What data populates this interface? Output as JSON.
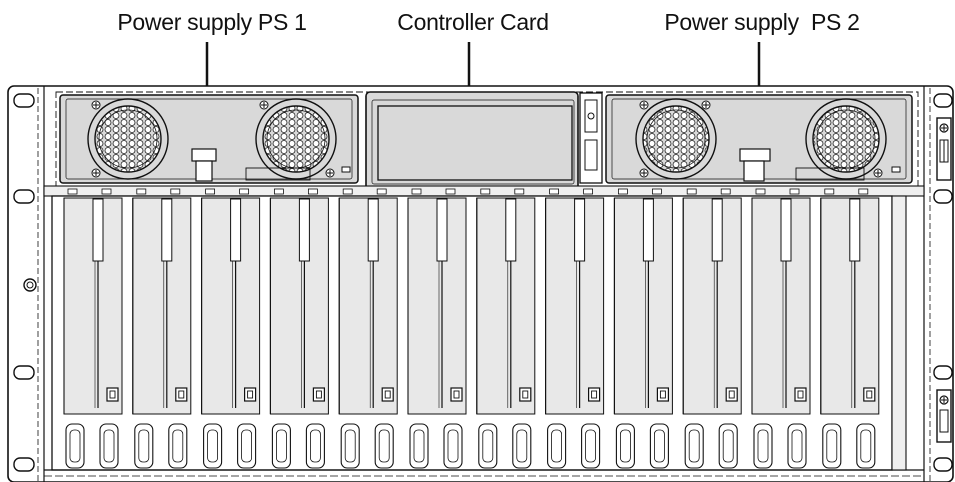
{
  "labels": {
    "ps1": "Power supply PS 1",
    "controller": "Controller Card",
    "ps2": "Power supply  PS 2"
  },
  "chassis": {
    "card_slot_count": 12,
    "power_supply_count": 2,
    "fans_per_power_supply": 2
  },
  "colors": {
    "line": "#111111",
    "module_fill": "#d9d9d9",
    "slot_fill": "#e8e8e8",
    "rail_fill": "#efefef",
    "background": "#ffffff"
  },
  "icons": {
    "fan": "fan-grille-icon",
    "screw": "screw-icon",
    "rack_hole": "rack-mount-hole-icon",
    "handle": "card-ejector-handle-icon"
  }
}
